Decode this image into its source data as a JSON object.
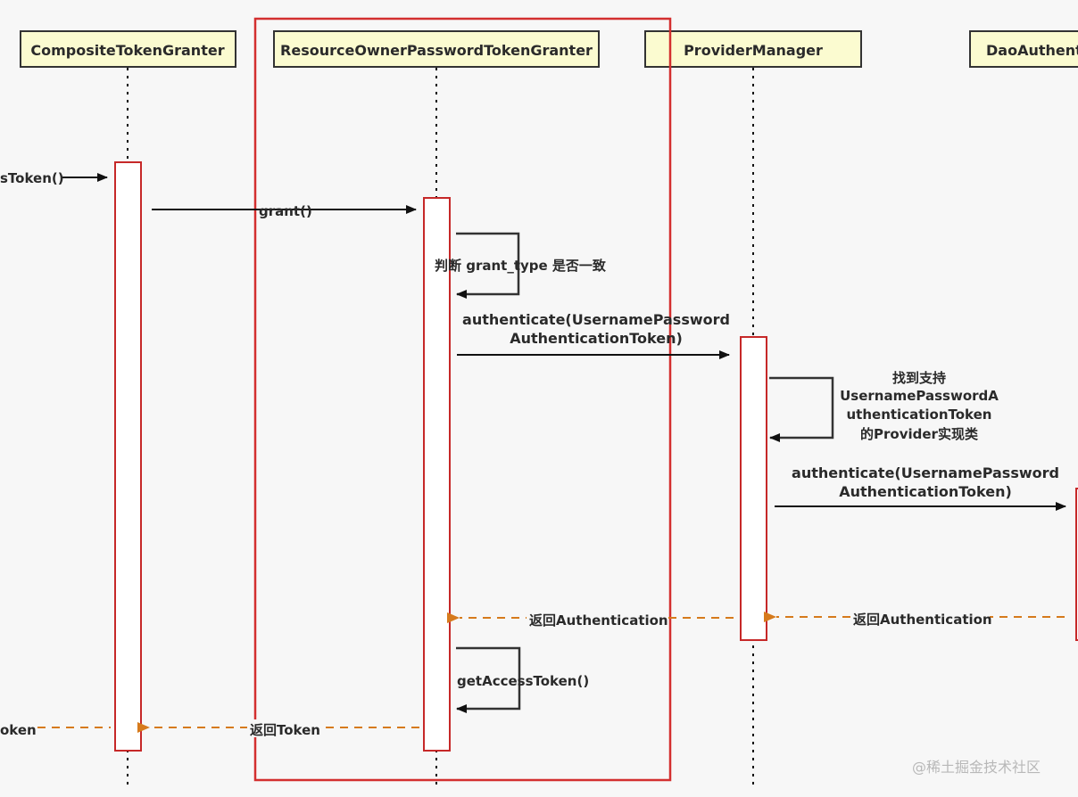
{
  "participants": [
    {
      "label": "CompositeTokenGranter"
    },
    {
      "label": "ResourceOwnerPasswordTokenGranter"
    },
    {
      "label": "ProviderManager"
    },
    {
      "label": "DaoAuthent"
    }
  ],
  "messages": [
    {
      "label": "sToken()"
    },
    {
      "label": "grant()"
    },
    {
      "label": "判断 grant_type 是否一致"
    },
    {
      "line1": "authenticate(UsernamePassword",
      "line2": "AuthenticationToken)"
    },
    {
      "line1": "找到支持",
      "line2": "UsernamePasswordA",
      "line3": "uthenticationToken",
      "line4": "的Provider实现类"
    },
    {
      "line1": "authenticate(UsernamePassword",
      "line2": "AuthenticationToken)"
    },
    {
      "label": "返回Authentication"
    },
    {
      "label": "返回Authentication"
    },
    {
      "label": "getAccessToken()"
    },
    {
      "label": "返回Token"
    },
    {
      "label": "oken"
    }
  ],
  "watermark": "@稀土掘金技术社区",
  "colors": {
    "header_fill": "#fbfbd0",
    "header_border": "#333333",
    "activation_border": "#c62828",
    "highlight_border": "#d32f2f",
    "sync_arrow": "#111111",
    "return_arrow": "#d67a1c"
  }
}
